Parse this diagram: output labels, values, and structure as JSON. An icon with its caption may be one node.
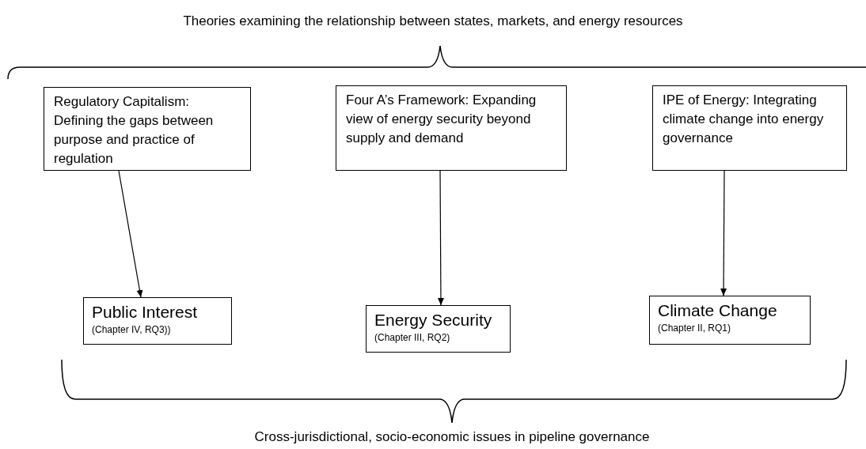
{
  "diagram": {
    "title": "Theories examining the relationship between states, markets, and energy resources",
    "caption": "Cross-jurisdictional, socio-economic issues in pipeline governance",
    "nodes": [
      {
        "text": [
          "Regulatory Capitalism: Defining the gaps between purpose and practice of regulation"
        ]
      },
      {
        "text": [
          "Four A’s Framework: Expanding view of energy security beyond supply and demand"
        ]
      },
      {
        "text": [
          "IPE of Energy: Integrating climate change into energy governance"
        ]
      },
      {
        "text": [
          "Public Interest",
          "(Chapter IV, RQ3))"
        ]
      },
      {
        "text": [
          "Energy Security",
          "(Chapter III, RQ2)"
        ]
      },
      {
        "text": [
          "Climate Change",
          "(Chapter II, RQ1)"
        ]
      }
    ],
    "edges": [
      {
        "from": 0,
        "to": 3,
        "arrow": "to"
      },
      {
        "from": 1,
        "to": 4,
        "arrow": "to"
      },
      {
        "from": 2,
        "to": 5,
        "arrow": "to"
      }
    ]
  }
}
